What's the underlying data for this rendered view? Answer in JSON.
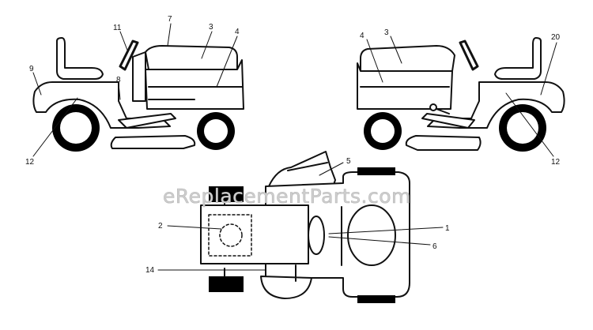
{
  "watermark": "eReplacementParts.com",
  "callouts": {
    "left": {
      "c7": "7",
      "c11": "11",
      "c3": "3",
      "c4": "4",
      "c9": "9",
      "c8": "8",
      "c12": "12"
    },
    "right": {
      "c4": "4",
      "c3": "3",
      "c20": "20",
      "c12": "12"
    },
    "top": {
      "c5": "5",
      "c2": "2",
      "c1": "1",
      "c6": "6",
      "c14": "14"
    }
  },
  "colors": {
    "line": "#111111",
    "fill": "#ffffff",
    "wheel": "#000000"
  }
}
